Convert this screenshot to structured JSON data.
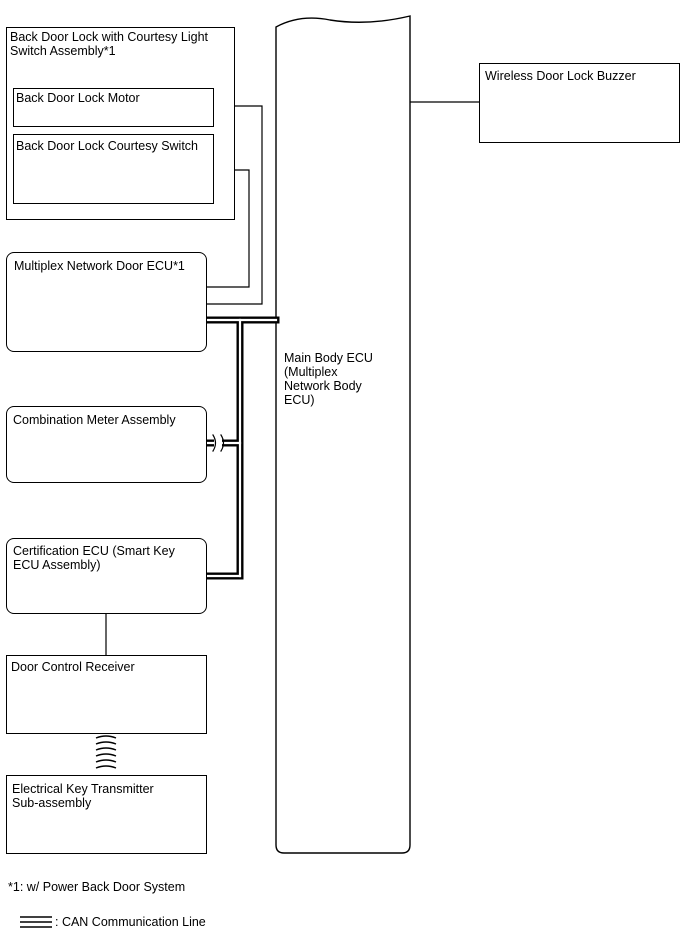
{
  "components": {
    "back_door_lock_assembly": "Back Door Lock with Courtesy Light\nSwitch Assembly*1",
    "back_door_lock_motor": "Back Door Lock Motor",
    "back_door_lock_courtesy_switch": "Back Door Lock Courtesy Switch",
    "multiplex_network_door_ecu": "Multiplex Network Door ECU*1",
    "combination_meter_assembly": "Combination Meter Assembly",
    "certification_ecu": "Certification ECU  (Smart Key\nECU Assembly)",
    "door_control_receiver": "Door Control Receiver",
    "electrical_key_transmitter": "Electrical Key Transmitter\nSub-assembly",
    "main_body_ecu": "Main Body ECU\n(Multiplex\nNetwork Body\nECU)",
    "wireless_door_lock_buzzer": "Wireless Door Lock Buzzer"
  },
  "notes": {
    "footnote": "*1: w/ Power Back Door System",
    "legend_can": ": CAN Communication Line"
  }
}
